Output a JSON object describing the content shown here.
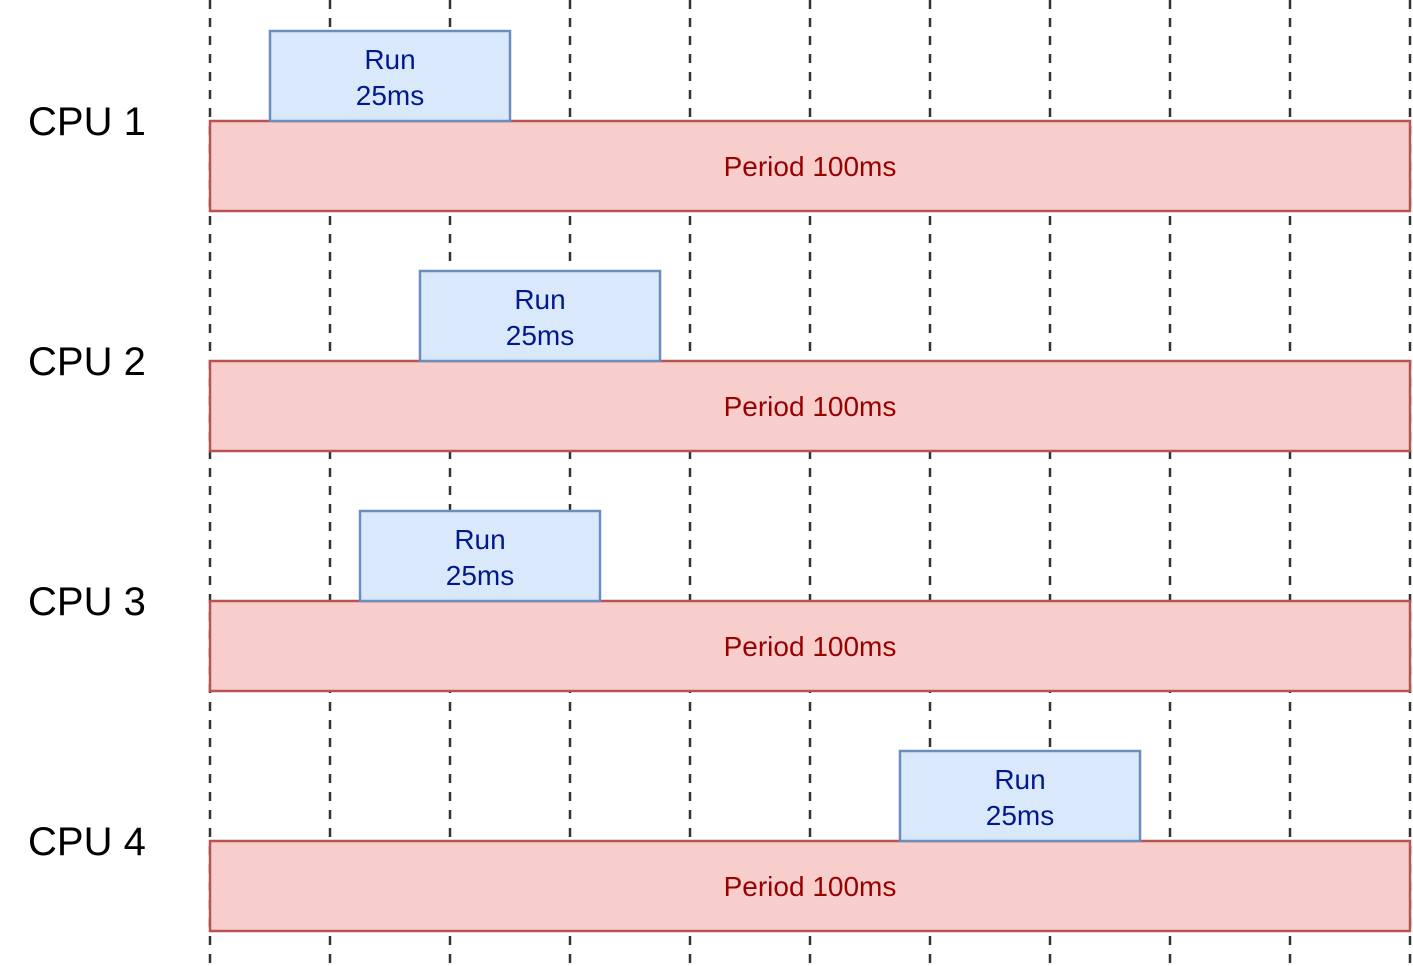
{
  "colors": {
    "period_fill": "#f8cecc",
    "period_stroke": "#b85450",
    "period_text": "#990000",
    "run_fill": "#dae8fc",
    "run_stroke": "#6c8ebf",
    "run_text": "#001a8c",
    "grid": "#333333",
    "label": "#000000"
  },
  "timeline": {
    "total_ms": 100,
    "grid_step_ms": 10
  },
  "rows": [
    {
      "cpu": "CPU 1",
      "period_label": "Period 100ms",
      "run_line1": "Run",
      "run_line2": "25ms",
      "run_start_ms": 5,
      "run_duration_ms": 20
    },
    {
      "cpu": "CPU 2",
      "period_label": "Period 100ms",
      "run_line1": "Run",
      "run_line2": "25ms",
      "run_start_ms": 17.5,
      "run_duration_ms": 20
    },
    {
      "cpu": "CPU 3",
      "period_label": "Period 100ms",
      "run_line1": "Run",
      "run_line2": "25ms",
      "run_start_ms": 12.5,
      "run_duration_ms": 20
    },
    {
      "cpu": "CPU 4",
      "period_label": "Period 100ms",
      "run_line1": "Run",
      "run_line2": "25ms",
      "run_start_ms": 57.5,
      "run_duration_ms": 20
    }
  ]
}
